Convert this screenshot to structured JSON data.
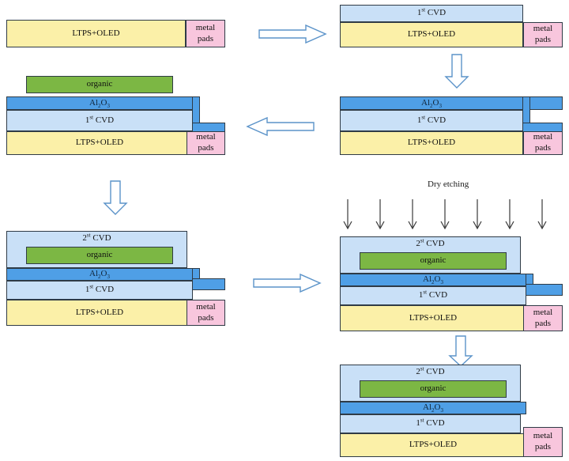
{
  "diagram": {
    "title_caption": "Dry etching",
    "labels": {
      "ltps": "LTPS+OLED",
      "metal_pads_line1": "metal",
      "metal_pads_line2": "pads",
      "cvd1_num": "1",
      "cvd1_sup": "st",
      "cvd1_rest": "CVD",
      "cvd2_num": "2",
      "cvd2_sup": "st",
      "cvd2_rest": "CVD",
      "alo_a": "Al",
      "alo_2": "2",
      "alo_o": "O",
      "alo_3": "3",
      "organic": "organic"
    },
    "colors": {
      "ltps": "#fbf0a8",
      "cvd": "#c9e0f7",
      "alumina": "#4f9fe6",
      "organic": "#7cb744",
      "metal_pads": "#f8c6dd",
      "outline": "#2f3b46",
      "arrow_stroke": "#5b93c9",
      "etch_arrow": "#3a3a3a"
    },
    "steps": [
      {
        "id": "step-1",
        "name": "substrate",
        "layers": [
          "LTPS+OLED",
          "metal pads"
        ]
      },
      {
        "id": "step-2",
        "name": "first-cvd-deposition",
        "layers": [
          "1st CVD",
          "LTPS+OLED",
          "metal pads"
        ]
      },
      {
        "id": "step-3",
        "name": "alumina-deposition",
        "layers": [
          "Al2O3",
          "1st CVD",
          "LTPS+OLED",
          "metal pads"
        ]
      },
      {
        "id": "step-4",
        "name": "organic-patterning",
        "layers": [
          "organic",
          "Al2O3",
          "1st CVD",
          "LTPS+OLED",
          "metal pads"
        ]
      },
      {
        "id": "step-5",
        "name": "second-cvd-deposition",
        "layers": [
          "2st CVD",
          "organic",
          "Al2O3",
          "1st CVD",
          "LTPS+OLED",
          "metal pads"
        ]
      },
      {
        "id": "step-6",
        "name": "dry-etching",
        "layers": [
          "2st CVD",
          "organic",
          "Al2O3",
          "1st CVD",
          "LTPS+OLED",
          "metal pads"
        ]
      },
      {
        "id": "step-7",
        "name": "final-structure",
        "layers": [
          "2st CVD",
          "organic",
          "Al2O3",
          "1st CVD",
          "LTPS+OLED",
          "metal pads"
        ]
      }
    ],
    "etch_arrow_count": 7
  }
}
